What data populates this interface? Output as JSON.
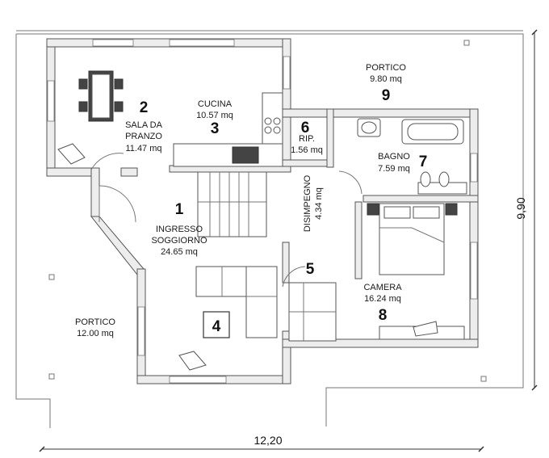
{
  "rooms": [
    {
      "num": "1",
      "name_lines": [
        "INGRESSO",
        "SOGGIORNO"
      ],
      "area": "24.65 mq"
    },
    {
      "num": "2",
      "name_lines": [
        "SALA DA",
        "PRANZO"
      ],
      "area": "11.47 mq"
    },
    {
      "num": "3",
      "name_lines": [
        "CUCINA"
      ],
      "area": "10.57 mq"
    },
    {
      "num": "4",
      "name_lines": [
        "PORTICO"
      ],
      "area": "12.00 mq"
    },
    {
      "num": "5",
      "name_lines": [
        "DISIMPEGNO"
      ],
      "area": "4.34 mq"
    },
    {
      "num": "6",
      "name_lines": [
        "RIP."
      ],
      "area": "1.56 mq"
    },
    {
      "num": "7",
      "name_lines": [
        "BAGNO"
      ],
      "area": "7.59 mq"
    },
    {
      "num": "8",
      "name_lines": [
        "CAMERA"
      ],
      "area": "16.24 mq"
    },
    {
      "num": "9",
      "name_lines": [
        "PORTICO"
      ],
      "area": "9.80 mq"
    }
  ],
  "dimensions": {
    "width": "12,20",
    "depth": "9,90"
  }
}
